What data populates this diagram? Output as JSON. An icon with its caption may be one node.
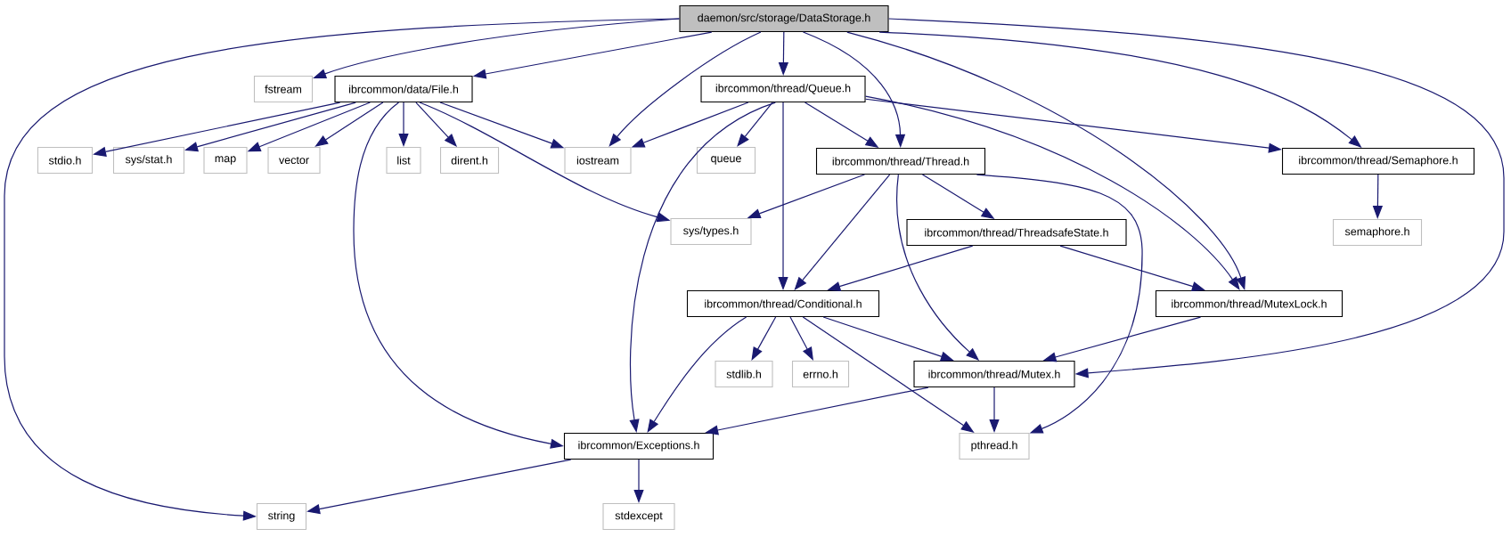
{
  "diagram": {
    "nodes": [
      {
        "text": [
          "daemon/src/storage/DataStorage.h"
        ]
      },
      {
        "text": [
          "fstream"
        ]
      },
      {
        "text": [
          "ibrcommon/data/File.h"
        ]
      },
      {
        "text": [
          "ibrcommon/thread/Queue.h"
        ]
      },
      {
        "text": [
          "stdio.h"
        ]
      },
      {
        "text": [
          "sys/stat.h"
        ]
      },
      {
        "text": [
          "map"
        ]
      },
      {
        "text": [
          "vector"
        ]
      },
      {
        "text": [
          "list"
        ]
      },
      {
        "text": [
          "dirent.h"
        ]
      },
      {
        "text": [
          "iostream"
        ]
      },
      {
        "text": [
          "queue"
        ]
      },
      {
        "text": [
          "ibrcommon/thread/Thread.h"
        ]
      },
      {
        "text": [
          "ibrcommon/thread/Semaphore.h"
        ]
      },
      {
        "text": [
          "sys/types.h"
        ]
      },
      {
        "text": [
          "ibrcommon/thread/ThreadsafeState.h"
        ]
      },
      {
        "text": [
          "semaphore.h"
        ]
      },
      {
        "text": [
          "ibrcommon/thread/Conditional.h"
        ]
      },
      {
        "text": [
          "ibrcommon/thread/MutexLock.h"
        ]
      },
      {
        "text": [
          "stdlib.h"
        ]
      },
      {
        "text": [
          "errno.h"
        ]
      },
      {
        "text": [
          "ibrcommon/thread/Mutex.h"
        ]
      },
      {
        "text": [
          "ibrcommon/Exceptions.h"
        ]
      },
      {
        "text": [
          "pthread.h"
        ]
      },
      {
        "text": [
          "string"
        ]
      },
      {
        "text": [
          "stdexcept"
        ]
      }
    ],
    "edges": [
      {
        "from": 0,
        "to": 1,
        "arrow": "to"
      },
      {
        "from": 0,
        "to": 2,
        "arrow": "to"
      },
      {
        "from": 0,
        "to": 10,
        "arrow": "to"
      },
      {
        "from": 0,
        "to": 3,
        "arrow": "to"
      },
      {
        "from": 0,
        "to": 12,
        "arrow": "to"
      },
      {
        "from": 0,
        "to": 13,
        "arrow": "to"
      },
      {
        "from": 0,
        "to": 18,
        "arrow": "to"
      },
      {
        "from": 0,
        "to": 21,
        "arrow": "to"
      },
      {
        "from": 0,
        "to": 24,
        "arrow": "to"
      },
      {
        "from": 2,
        "to": 4,
        "arrow": "to"
      },
      {
        "from": 2,
        "to": 5,
        "arrow": "to"
      },
      {
        "from": 2,
        "to": 6,
        "arrow": "to"
      },
      {
        "from": 2,
        "to": 7,
        "arrow": "to"
      },
      {
        "from": 2,
        "to": 8,
        "arrow": "to"
      },
      {
        "from": 2,
        "to": 9,
        "arrow": "to"
      },
      {
        "from": 2,
        "to": 10,
        "arrow": "to"
      },
      {
        "from": 2,
        "to": 14,
        "arrow": "to"
      },
      {
        "from": 2,
        "to": 22,
        "arrow": "to"
      },
      {
        "from": 3,
        "to": 10,
        "arrow": "to"
      },
      {
        "from": 3,
        "to": 22,
        "arrow": "to"
      },
      {
        "from": 3,
        "to": 11,
        "arrow": "to"
      },
      {
        "from": 3,
        "to": 17,
        "arrow": "to"
      },
      {
        "from": 3,
        "to": 12,
        "arrow": "to"
      },
      {
        "from": 3,
        "to": 18,
        "arrow": "to"
      },
      {
        "from": 3,
        "to": 13,
        "arrow": "to"
      },
      {
        "from": 12,
        "to": 14,
        "arrow": "to"
      },
      {
        "from": 12,
        "to": 17,
        "arrow": "to"
      },
      {
        "from": 12,
        "to": 21,
        "arrow": "to"
      },
      {
        "from": 12,
        "to": 15,
        "arrow": "to"
      },
      {
        "from": 12,
        "to": 23,
        "arrow": "to"
      },
      {
        "from": 13,
        "to": 16,
        "arrow": "to"
      },
      {
        "from": 15,
        "to": 17,
        "arrow": "to"
      },
      {
        "from": 15,
        "to": 18,
        "arrow": "to"
      },
      {
        "from": 17,
        "to": 22,
        "arrow": "to"
      },
      {
        "from": 17,
        "to": 19,
        "arrow": "to"
      },
      {
        "from": 17,
        "to": 20,
        "arrow": "to"
      },
      {
        "from": 17,
        "to": 21,
        "arrow": "to"
      },
      {
        "from": 17,
        "to": 23,
        "arrow": "to"
      },
      {
        "from": 18,
        "to": 21,
        "arrow": "to"
      },
      {
        "from": 21,
        "to": 22,
        "arrow": "to"
      },
      {
        "from": 21,
        "to": 23,
        "arrow": "to"
      },
      {
        "from": 22,
        "to": 24,
        "arrow": "to"
      },
      {
        "from": 22,
        "to": 25,
        "arrow": "to"
      }
    ]
  }
}
